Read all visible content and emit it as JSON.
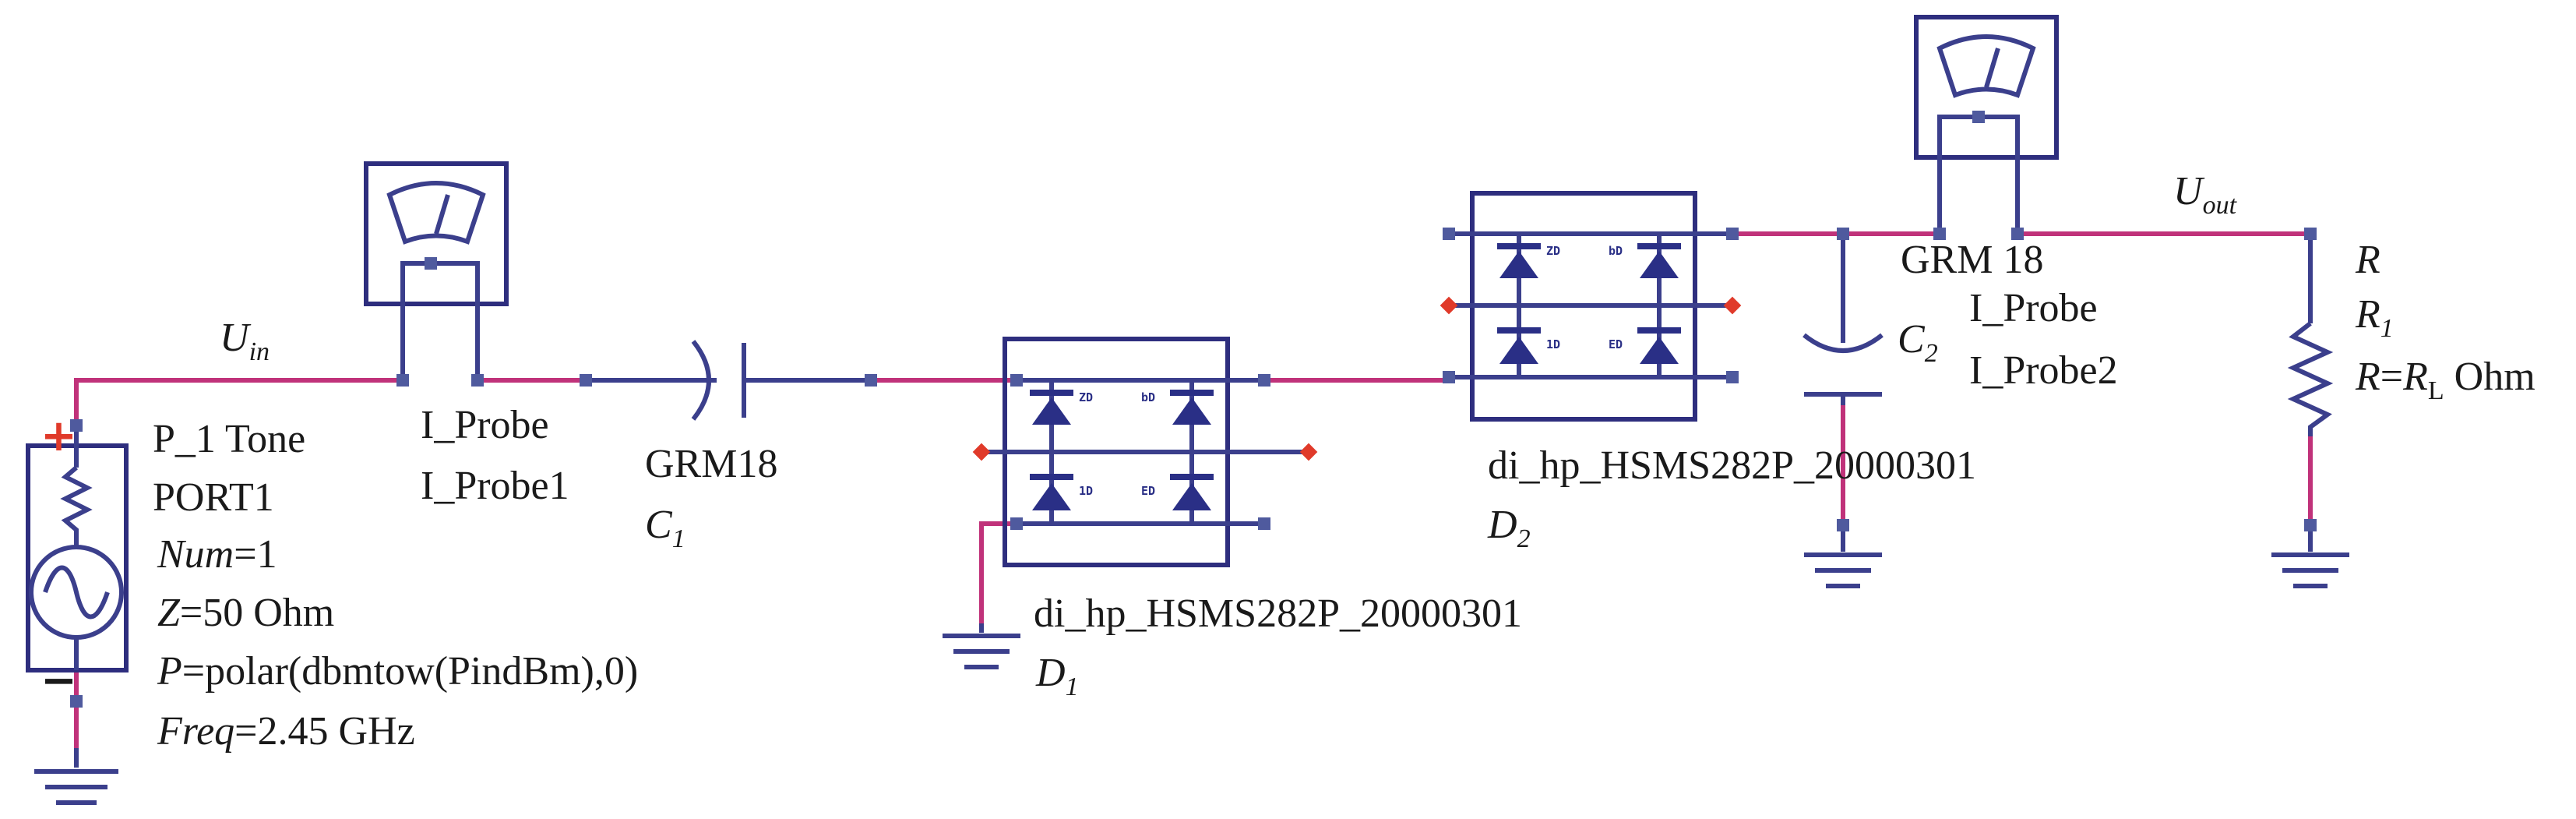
{
  "port": {
    "name": "P_1 Tone",
    "id": "PORT1",
    "num_key": "Num",
    "num_val": "=1",
    "z_key": "Z",
    "z_val": "=50 Ohm",
    "p_key": "P",
    "p_val": "=polar(dbmtow(PindBm),0)",
    "freq_key": "Freq",
    "freq_val": "=2.45 GHz",
    "plus": "+",
    "minus": "−"
  },
  "uin": {
    "main": "U",
    "sub": "in"
  },
  "uout": {
    "main": "U",
    "sub": "out"
  },
  "probe1": {
    "type": "I_Probe",
    "name": "I_Probe1"
  },
  "probe2": {
    "type": "I_Probe",
    "name": "I_Probe2"
  },
  "c1": {
    "model": "GRM18",
    "main": "C",
    "sub": "1"
  },
  "c2": {
    "model": "GRM 18",
    "main": "C",
    "sub": "2"
  },
  "d1": {
    "model": "di_hp_HSMS282P_20000301",
    "main": "D",
    "sub": "1"
  },
  "d2": {
    "model": "di_hp_HSMS282P_20000301",
    "main": "D",
    "sub": "2"
  },
  "diode_pin_tags": {
    "a": "ZD",
    "b": "bD",
    "c": "1D",
    "d": "ED"
  },
  "r1": {
    "type": "R",
    "main": "R",
    "sub": "1",
    "val_key": "R",
    "val_eq": "=",
    "val_main": "R",
    "val_sub": "L",
    "val_unit": " Ohm"
  },
  "colors": {
    "wire": "#c0327a",
    "component": "#2e2e7e",
    "pin": "#4f5a9e",
    "port_terminal": "#e03a2a"
  }
}
